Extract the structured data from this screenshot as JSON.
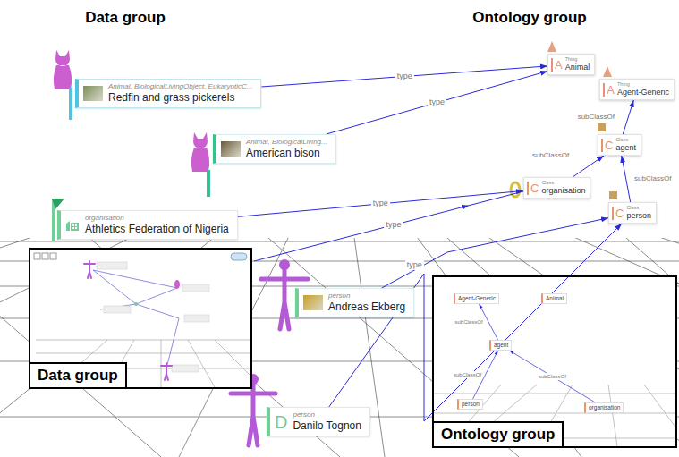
{
  "diagram": {
    "nodes": [
      {
        "text": [
          "Animal, BiologicalLivingObject, EukaryoticC...",
          "Redfin and grass pickerels"
        ]
      },
      {
        "text": [
          "A",
          "Thing",
          "Animal"
        ]
      },
      {
        "text": [
          "A",
          "Thing",
          "Agent-Generic"
        ]
      },
      {
        "text": [
          "Animal, BiologicalLiving...",
          "American bison"
        ]
      },
      {
        "text": [
          "C",
          "Class",
          "agent"
        ]
      },
      {
        "text": [
          "C",
          "Class",
          "organisation"
        ]
      },
      {
        "text": [
          "organisation",
          "Athletics Federation of Nigeria"
        ]
      },
      {
        "text": [
          "C",
          "Class",
          "person"
        ]
      },
      {
        "text": [
          "person",
          "Andreas Ekberg"
        ]
      },
      {
        "text": [
          "Data group"
        ]
      },
      {
        "text": [
          "Ontology group"
        ]
      },
      {
        "text": [
          "Agent-Generic"
        ],
        "in": 10
      },
      {
        "text": [
          "Animal"
        ],
        "in": 10
      },
      {
        "text": [
          "agent"
        ],
        "in": 10
      },
      {
        "text": [
          "person"
        ],
        "in": 10
      },
      {
        "text": [
          "organisation"
        ],
        "in": 10
      },
      {
        "text": [
          "D",
          "person",
          "Danilo Tognon"
        ]
      }
    ],
    "edges": [
      {
        "from": 0,
        "to": 1,
        "arrow": "to",
        "label": "type"
      },
      {
        "from": 3,
        "to": 1,
        "arrow": "to",
        "label": "type"
      },
      {
        "from": 6,
        "to": 5,
        "arrow": "to",
        "label": "type"
      },
      {
        "from": 8,
        "to": 7,
        "arrow": "to",
        "label": "type"
      },
      {
        "from": 16,
        "to": 7,
        "arrow": "to"
      },
      {
        "from": 4,
        "to": 2,
        "arrow": "to",
        "label": "subClassOf"
      },
      {
        "from": 5,
        "to": 4,
        "arrow": "to",
        "label": "subClassOf"
      },
      {
        "from": 7,
        "to": 4,
        "arrow": "to",
        "label": "subClassOf"
      },
      {
        "from": 13,
        "to": 11,
        "arrow": "to",
        "label": "subClassOf"
      },
      {
        "from": 15,
        "to": 13,
        "arrow": "to",
        "label": "subClassOf"
      },
      {
        "from": 14,
        "to": 13,
        "arrow": "to",
        "label": "subClassOf"
      }
    ],
    "labels": [
      "Data group",
      "Ontology group",
      "type"
    ]
  }
}
